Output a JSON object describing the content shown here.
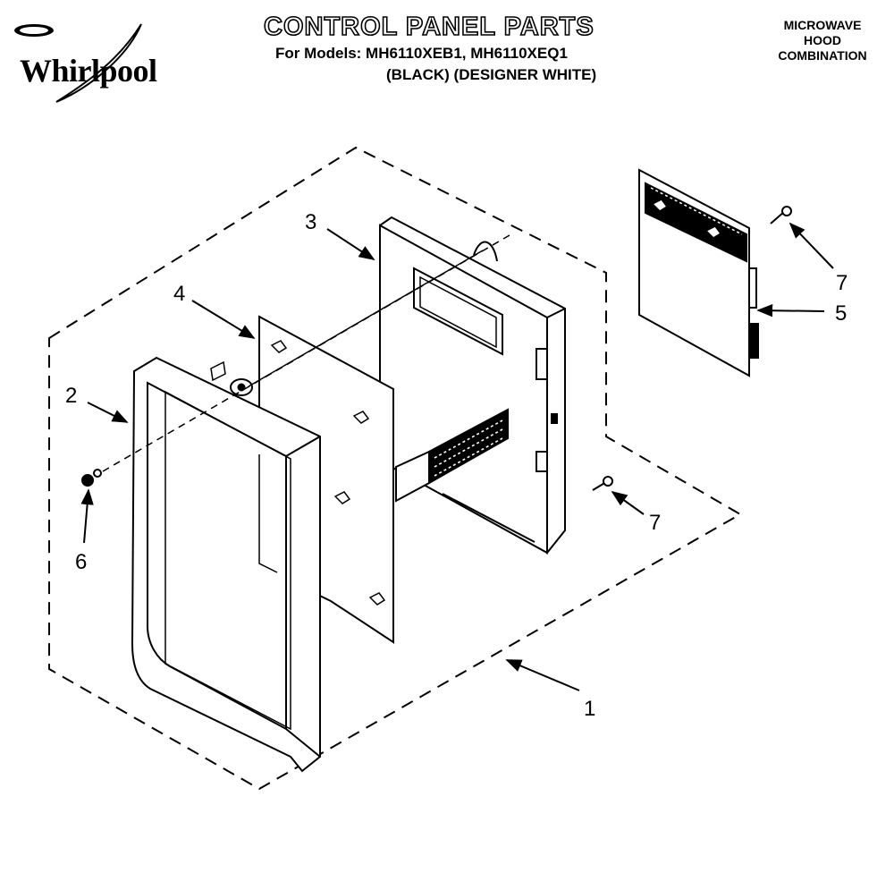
{
  "brand": {
    "name": "Whirlpool"
  },
  "header": {
    "title": "CONTROL PANEL PARTS",
    "models_line": "For Models: MH6110XEB1, MH6110XEQ1",
    "variants_line": "(BLACK)  (DESIGNER WHITE)"
  },
  "product_type": [
    "MICROWAVE",
    "HOOD",
    "COMBINATION"
  ],
  "callouts": {
    "c1": "1",
    "c2": "2",
    "c3": "3",
    "c4": "4",
    "c5": "5",
    "c6": "6",
    "c7a": "7",
    "c7b": "7"
  }
}
